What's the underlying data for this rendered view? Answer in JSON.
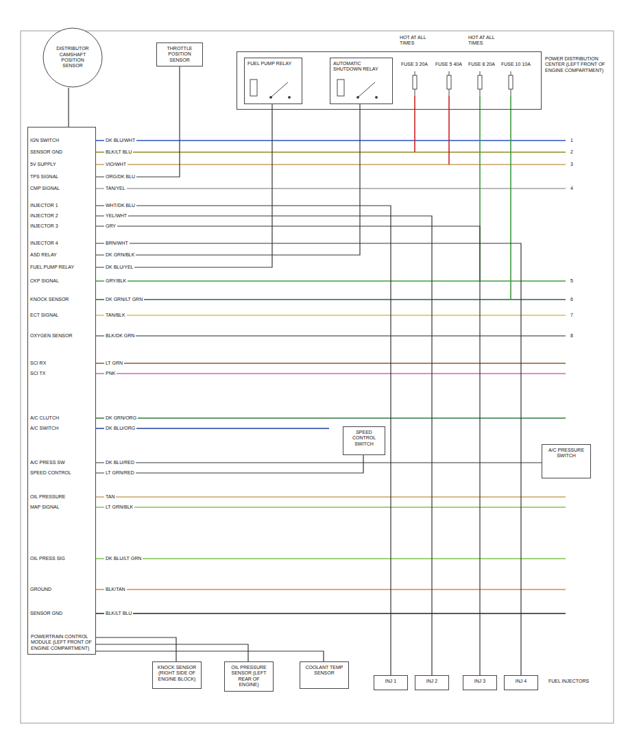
{
  "diagram": {
    "nodes": [
      {
        "text": [
          "DISTRIBUTOR CAMSHAFT POSITION SENSOR"
        ]
      },
      {
        "text": [
          "THROTTLE POSITION SENSOR"
        ]
      },
      {
        "text": [
          "POWER DISTRIBUTION CENTER (LEFT FRONT OF ENGINE COMPARTMENT)"
        ]
      },
      {
        "text": [
          "FUEL PUMP RELAY"
        ],
        "in": 2
      },
      {
        "text": [
          "AUTOMATIC SHUTDOWN RELAY"
        ],
        "in": 2
      },
      {
        "text": [
          "POWERTRAIN CONTROL MODULE (LEFT FRONT OF ENGINE COMPARTMENT)"
        ]
      },
      {
        "text": [
          "SPEED CONTROL SWITCH"
        ]
      },
      {
        "text": [
          "A/C PRESSURE SWITCH"
        ]
      },
      {
        "text": [
          "KNOCK SENSOR (RIGHT SIDE OF ENGINE BLOCK)"
        ]
      },
      {
        "text": [
          "OIL PRESSURE SENSOR (LEFT REAR OF ENGINE)"
        ]
      },
      {
        "text": [
          "COOLANT TEMP SENSOR"
        ]
      },
      {
        "text": [
          "INJ 1"
        ]
      },
      {
        "text": [
          "INJ 2"
        ]
      },
      {
        "text": [
          "INJ 3"
        ]
      },
      {
        "text": [
          "INJ 4"
        ]
      }
    ],
    "edges": [
      {
        "from": 5,
        "to": 0,
        "arrow": "none"
      },
      {
        "from": 5,
        "to": 1,
        "arrow": "none"
      },
      {
        "from": 3,
        "to": 5,
        "arrow": "none"
      },
      {
        "from": 4,
        "to": 5,
        "arrow": "none"
      },
      {
        "from": 5,
        "to": 6,
        "arrow": "none"
      },
      {
        "from": 5,
        "to": 7,
        "arrow": "none"
      },
      {
        "from": 5,
        "to": 8,
        "arrow": "none"
      },
      {
        "from": 5,
        "to": 9,
        "arrow": "none"
      },
      {
        "from": 5,
        "to": 10,
        "arrow": "none"
      },
      {
        "from": 5,
        "to": 11,
        "arrow": "none"
      },
      {
        "from": 5,
        "to": 12,
        "arrow": "none"
      },
      {
        "from": 5,
        "to": 13,
        "arrow": "none"
      },
      {
        "from": 5,
        "to": 14,
        "arrow": "none"
      }
    ],
    "labels": [
      "IGN SWITCH",
      "SENSOR GND",
      "5V SUPPLY",
      "TPS SIGNAL",
      "CMP SIGNAL",
      "INJECTOR 1",
      "INJECTOR 2",
      "INJECTOR 3",
      "INJECTOR 4",
      "ASD RELAY",
      "FUEL PUMP RELAY",
      "CKP SIGNAL",
      "KNOCK SENSOR",
      "ECT SIGNAL",
      "OXYGEN SENSOR",
      "SCI RX",
      "SCI TX",
      "A/C CLUTCH",
      "A/C SWITCH",
      "A/C PRESS SW",
      "SPEED CONTROL",
      "OIL PRESSURE",
      "MAP SIGNAL",
      "OIL PRESS SIG",
      "GROUND",
      "SENSOR GND",
      "DK BLU/WHT",
      "BLK/LT BLU",
      "VIO/WHT",
      "ORG/DK BLU",
      "TAN/YEL",
      "WHT/DK BLU",
      "YEL/WHT",
      "GRY",
      "BRN/WHT",
      "DK GRN/BLK",
      "DK BLU/YEL",
      "GRY/BLK",
      "DK GRN/LT GRN",
      "TAN/BLK",
      "BLK/DK GRN",
      "LT GRN",
      "PNK",
      "DK GRN/ORG",
      "DK BLU/ORG",
      "DK BLU/RED",
      "LT GRN/RED",
      "TAN",
      "LT GRN/BLK",
      "DK BLU/LT GRN",
      "BLK/TAN",
      "BLK/LT BLU",
      "1",
      "2",
      "3",
      "4",
      "5",
      "6",
      "7",
      "8",
      "FUSE 3 20A",
      "FUSE 5 40A",
      "FUSE 8 20A",
      "FUSE 10 10A",
      "HOT AT ALL TIMES",
      "HOT AT ALL TIMES",
      "FUEL INJECTORS"
    ]
  }
}
